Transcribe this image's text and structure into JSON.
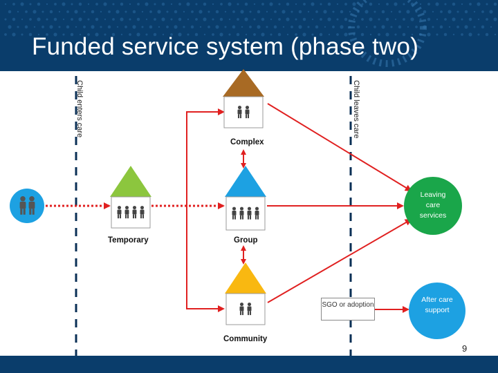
{
  "title": "Funded service system (phase two)",
  "boundaries": {
    "enters": "Child enters care",
    "leaves": "Child leaves care"
  },
  "houses": {
    "complex": {
      "label": "Complex",
      "color": "#a86a24"
    },
    "temporary": {
      "label": "Temporary",
      "color": "#8cc63e"
    },
    "group": {
      "label": "Group",
      "color": "#1da1e2"
    },
    "community": {
      "label": "Community",
      "color": "#f9b811"
    }
  },
  "outcomes": {
    "leaving_care": "Leaving care services",
    "after_care": "After care support",
    "sgo": "SGO or adoption"
  },
  "page_number": "9",
  "colors": {
    "header": "#0a3d6b",
    "arrow": "#e02020",
    "circle_green": "#1aa64a",
    "circle_blue": "#1da1e2",
    "person": "#444444"
  }
}
